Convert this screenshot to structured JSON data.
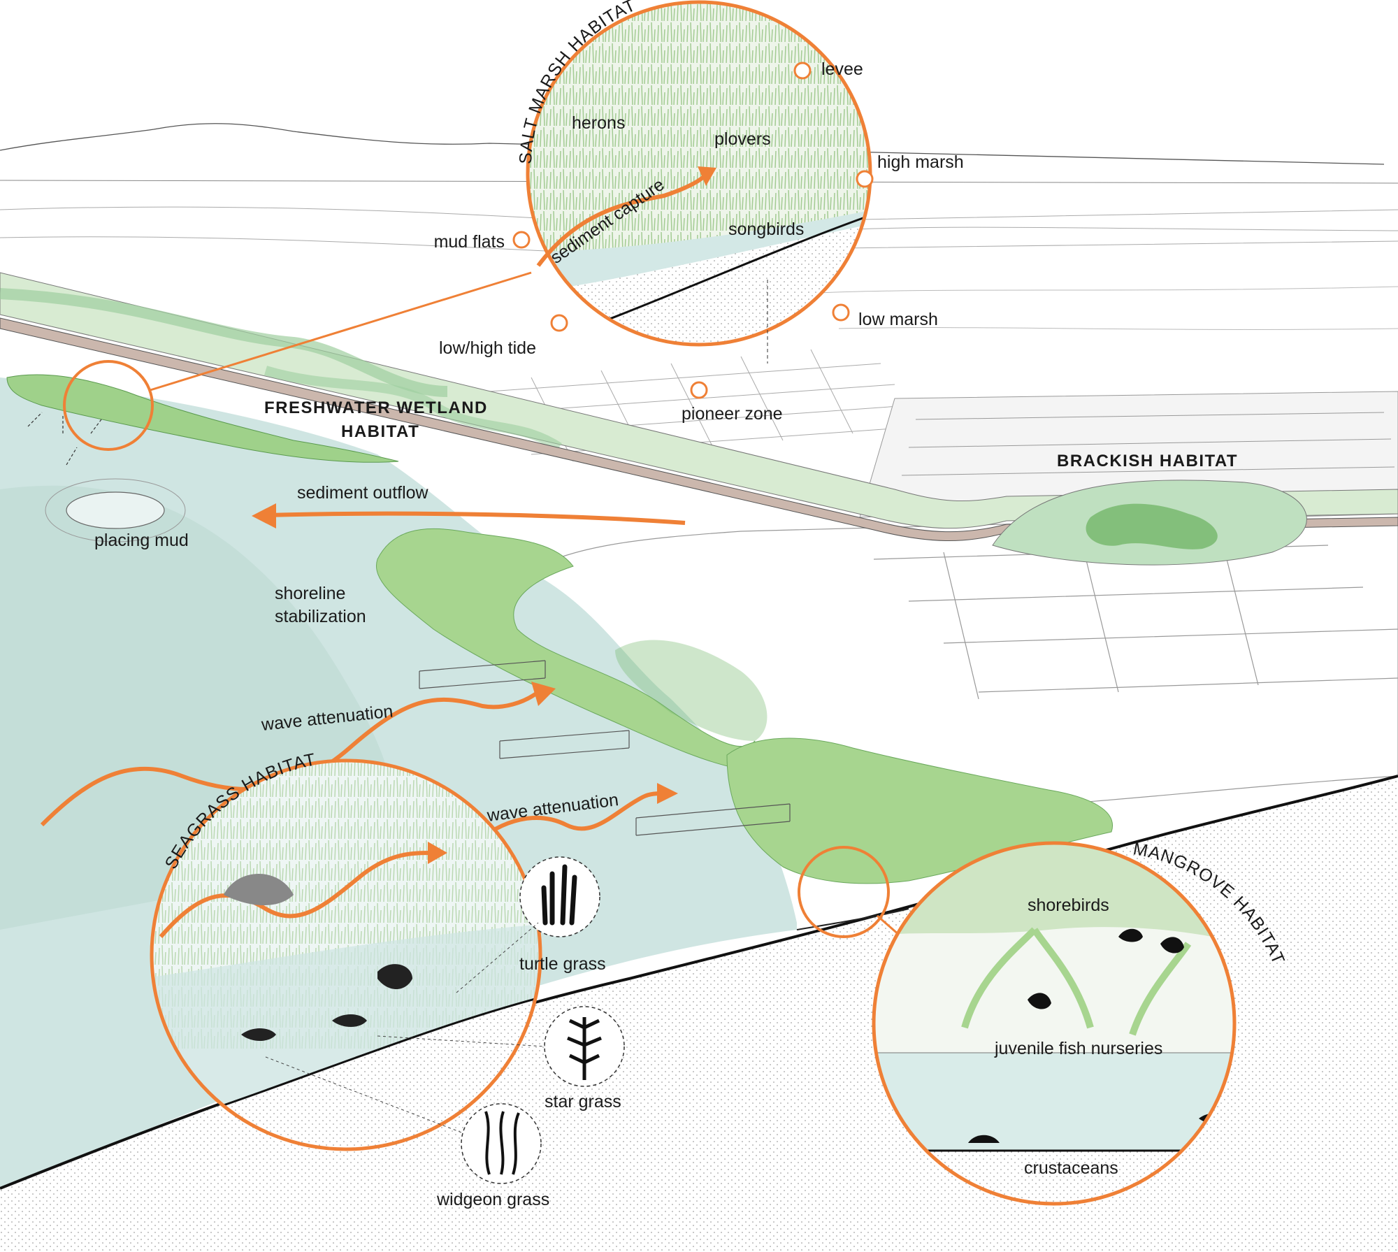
{
  "colors": {
    "accent_orange": "#ef8036",
    "water": "#cfe5e2",
    "water_deep": "#b9d9d5",
    "vegetation": "#9fd18a",
    "vegetation_dark": "#74b769",
    "wetland": "#d8ebd2",
    "levee": "#cbb7ad",
    "line": "#222222"
  },
  "region_labels": {
    "freshwater_line1": "FRESHWATER WETLAND",
    "freshwater_line2": "HABITAT",
    "brackish": "BRACKISH  HABITAT"
  },
  "salt_marsh": {
    "title": "SALT MARSH HABITAT",
    "herons": "herons",
    "plovers": "plovers",
    "songbirds": "songbirds",
    "sediment_capture": "sediment capture",
    "callouts": {
      "levee": "levee",
      "high_marsh": "high marsh",
      "mud_flats": "mud flats",
      "low_marsh": "low marsh",
      "low_high_tide": "low/high tide",
      "pioneer_zone": "pioneer zone"
    }
  },
  "flow_labels": {
    "sediment_outflow": "sediment outflow",
    "placing_mud": "placing mud",
    "shoreline_line1": "shoreline",
    "shoreline_line2": "stabilization",
    "wave_attenuation_1": "wave attenuation",
    "wave_attenuation_2": "wave attenuation"
  },
  "seagrass": {
    "title": "SEAGRASS HABITAT",
    "species": {
      "turtle_grass": "turtle grass",
      "star_grass": "star grass",
      "widgeon_grass": "widgeon grass"
    }
  },
  "mangrove": {
    "title": "MANGROVE HABITAT",
    "shorebirds": "shorebirds",
    "juvenile_fish": "juvenile fish nurseries",
    "crustaceans": "crustaceans"
  }
}
